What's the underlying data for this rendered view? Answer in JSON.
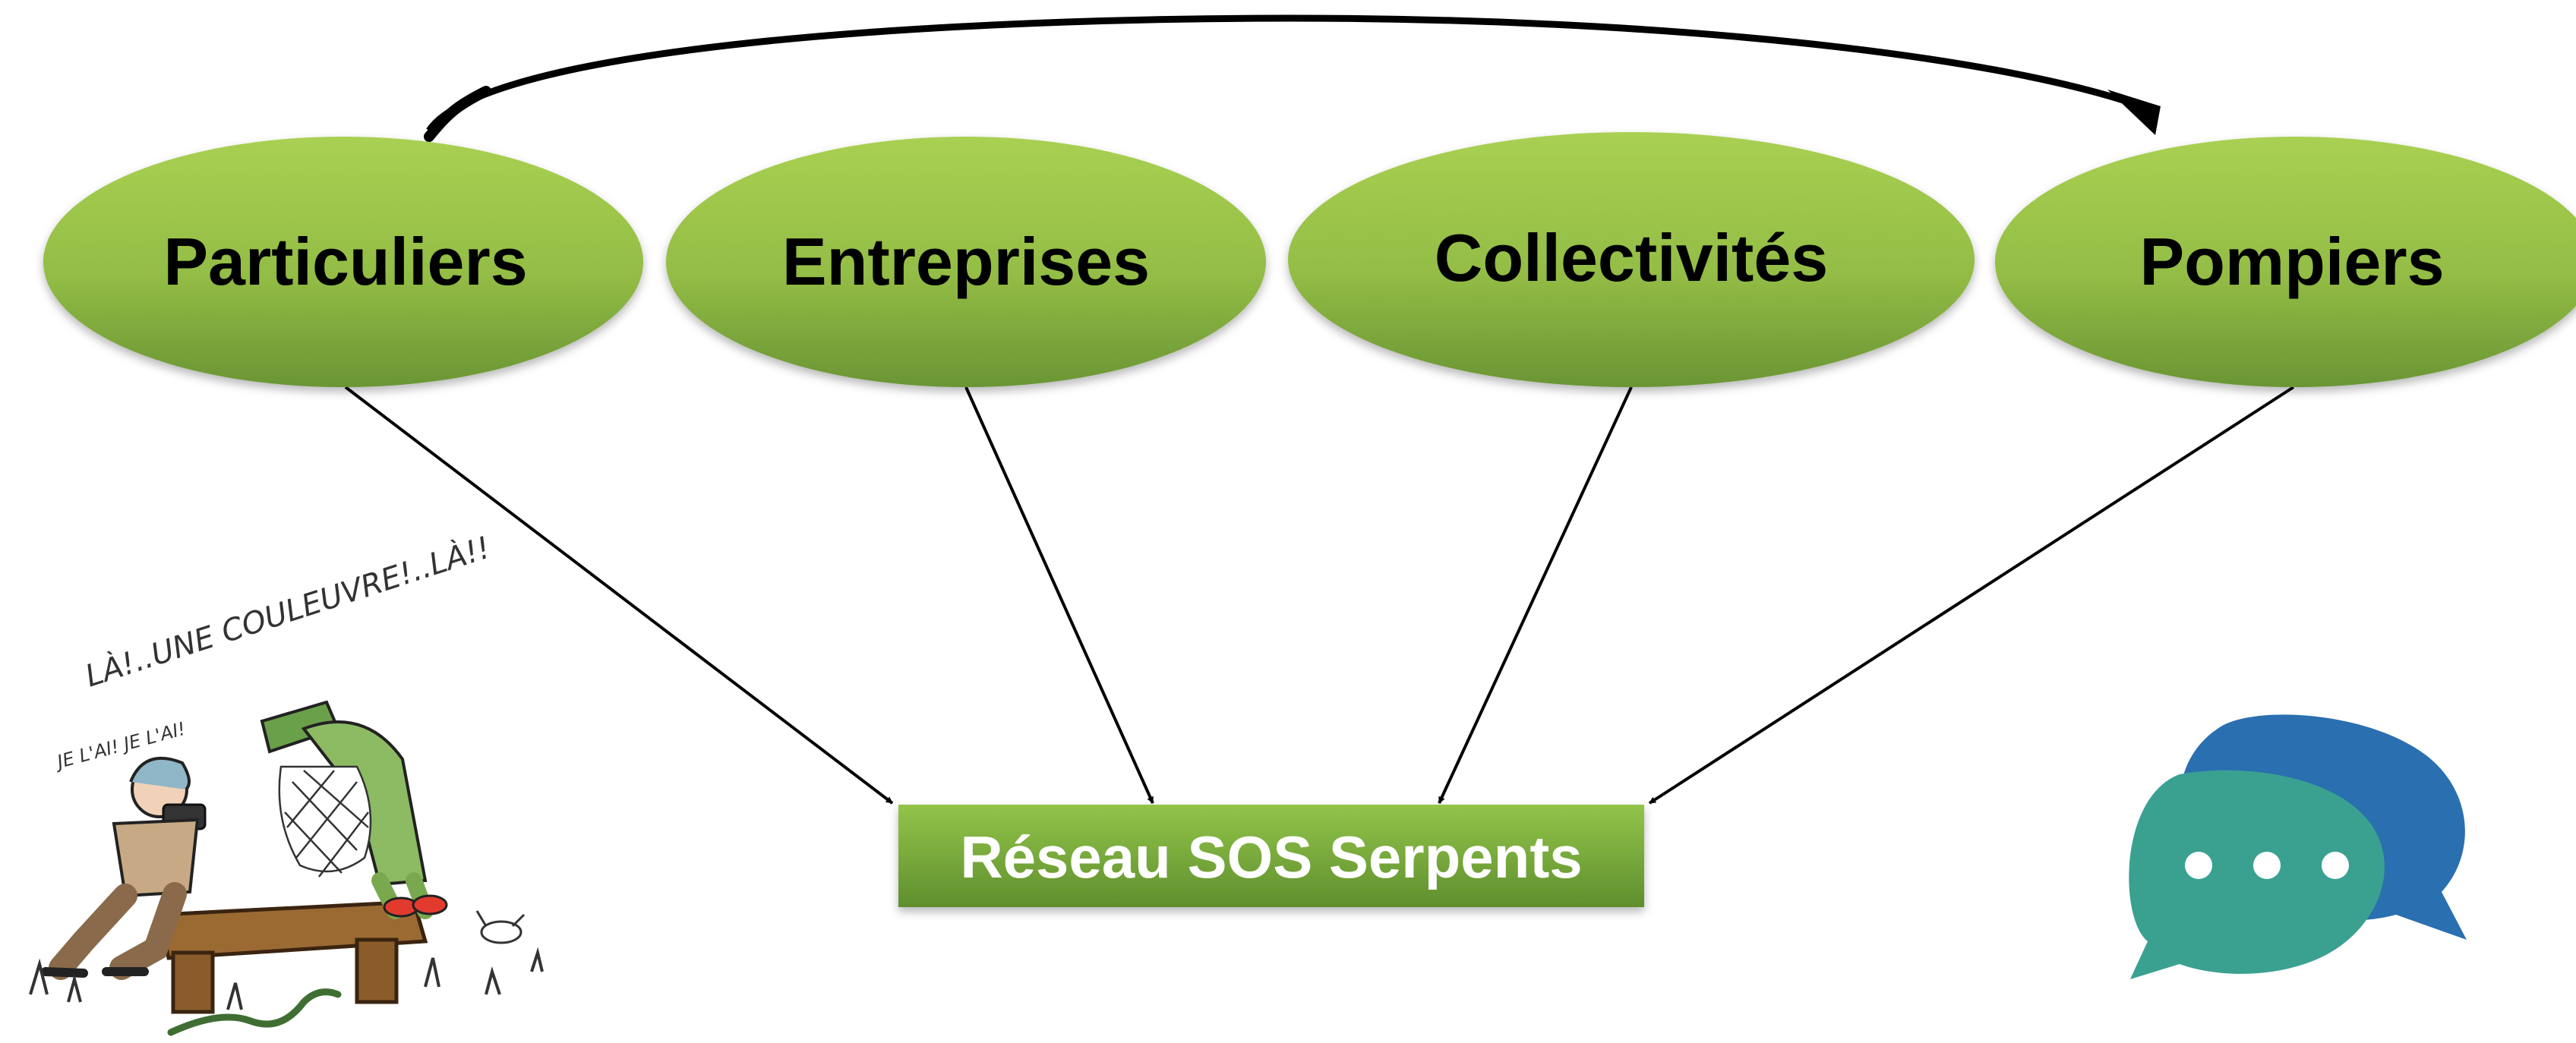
{
  "diagram": {
    "nodes": [
      {
        "id": "particuliers",
        "label": "Particuliers"
      },
      {
        "id": "entreprises",
        "label": "Entreprises"
      },
      {
        "id": "collectivites",
        "label": "Collectivités"
      },
      {
        "id": "pompiers",
        "label": "Pompiers"
      }
    ],
    "hub": {
      "label": "Réseau SOS Serpents"
    },
    "edges": [
      {
        "from": "particuliers",
        "to": "hub"
      },
      {
        "from": "entreprises",
        "to": "hub"
      },
      {
        "from": "collectivites",
        "to": "hub"
      },
      {
        "from": "pompiers",
        "to": "hub"
      },
      {
        "from": "particuliers",
        "to": "pompiers",
        "style": "curved-thick"
      }
    ]
  },
  "illustration": {
    "caption_main": "LÀ!..UNE COULEUVRE!..LÀ!!",
    "caption_side": "JE L'AI! JE L'AI!"
  },
  "icons": {
    "chat": "chat-bubbles-icon"
  },
  "colors": {
    "ellipse_light": "#a6cc4e",
    "ellipse_dark": "#6e9a36",
    "hub_light": "#8cc044",
    "hub_dark": "#5f8f2e",
    "chat_blue": "#2a6fb0",
    "chat_teal": "#3aa191"
  }
}
